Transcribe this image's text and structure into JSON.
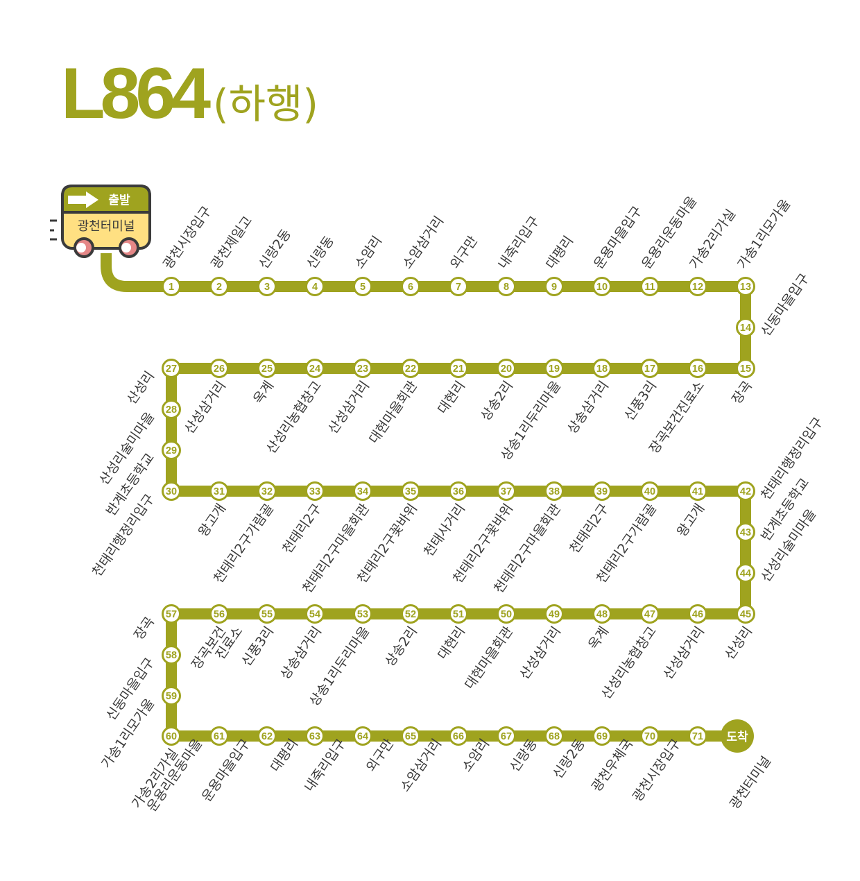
{
  "header": {
    "route_number": "L864",
    "direction": "(하행)"
  },
  "colors": {
    "line": "#9fa31f",
    "stop_fill": "#ffffff",
    "text": "#3b3b3b",
    "bus_body": "#ffe082",
    "bus_outline": "#3b3b3b",
    "bus_wheel": "#e58787",
    "end_fill": "#9fa31f"
  },
  "start_badge": {
    "label": "출발",
    "terminal": "광천터미널",
    "icon": "bus-icon"
  },
  "end_badge": {
    "label": "도착",
    "terminal": "광천터미널"
  },
  "stops": [
    {
      "num": "1",
      "name": "광천시장입구"
    },
    {
      "num": "2",
      "name": "광천제일고"
    },
    {
      "num": "3",
      "name": "신랑2동"
    },
    {
      "num": "4",
      "name": "신랑동"
    },
    {
      "num": "5",
      "name": "소암리"
    },
    {
      "num": "6",
      "name": "소암삼거리"
    },
    {
      "num": "7",
      "name": "외구만"
    },
    {
      "num": "8",
      "name": "내죽리입구"
    },
    {
      "num": "9",
      "name": "대평리"
    },
    {
      "num": "10",
      "name": "운용마을입구"
    },
    {
      "num": "11",
      "name": "운용리운동마을"
    },
    {
      "num": "12",
      "name": "가송2리가실"
    },
    {
      "num": "13",
      "name": "가송1리모가울"
    },
    {
      "num": "14",
      "name": "신동마을입구"
    },
    {
      "num": "15",
      "name": "장곡"
    },
    {
      "num": "16",
      "name": "장곡보건진료소"
    },
    {
      "num": "17",
      "name": "신풍3리"
    },
    {
      "num": "18",
      "name": "상송삼거리"
    },
    {
      "num": "19",
      "name": "상송1리두리마을"
    },
    {
      "num": "20",
      "name": "상송2리"
    },
    {
      "num": "21",
      "name": "대현리"
    },
    {
      "num": "22",
      "name": "대현마을회관"
    },
    {
      "num": "23",
      "name": "산성삼거리"
    },
    {
      "num": "24",
      "name": "산성리농협창고"
    },
    {
      "num": "25",
      "name": "옥계"
    },
    {
      "num": "26",
      "name": "산성삼거리"
    },
    {
      "num": "27",
      "name": "산성리"
    },
    {
      "num": "28",
      "name": "산성리술미마을"
    },
    {
      "num": "29",
      "name": "반계초등학교"
    },
    {
      "num": "30",
      "name": "천태리행정리입구"
    },
    {
      "num": "31",
      "name": "왕고개"
    },
    {
      "num": "32",
      "name": "천태리2구가람골"
    },
    {
      "num": "33",
      "name": "천태리2구"
    },
    {
      "num": "34",
      "name": "천태리2구마을회관"
    },
    {
      "num": "35",
      "name": "천태리2구꽃바위"
    },
    {
      "num": "36",
      "name": "천태사거리"
    },
    {
      "num": "37",
      "name": "천태리2구꽃바위"
    },
    {
      "num": "38",
      "name": "천태리2구마을회관"
    },
    {
      "num": "39",
      "name": "천태리2구"
    },
    {
      "num": "40",
      "name": "천태리2구가람골"
    },
    {
      "num": "41",
      "name": "왕고개"
    },
    {
      "num": "42",
      "name": "천태리행정리입구"
    },
    {
      "num": "43",
      "name": "반계초등학교"
    },
    {
      "num": "44",
      "name": "산성리술미마을"
    },
    {
      "num": "45",
      "name": "산성리"
    },
    {
      "num": "46",
      "name": "산성삼거리"
    },
    {
      "num": "47",
      "name": "산성리농협창고"
    },
    {
      "num": "48",
      "name": "옥계"
    },
    {
      "num": "49",
      "name": "산성삼거리"
    },
    {
      "num": "50",
      "name": "대현마을회관"
    },
    {
      "num": "51",
      "name": "대현리"
    },
    {
      "num": "52",
      "name": "상송2리"
    },
    {
      "num": "53",
      "name": "상송1리두리마을"
    },
    {
      "num": "54",
      "name": "상송삼거리"
    },
    {
      "num": "55",
      "name": "신풍3리"
    },
    {
      "num": "56",
      "name": "장곡보건\n진료소"
    },
    {
      "num": "57",
      "name": "장곡"
    },
    {
      "num": "58",
      "name": "신동마을입구"
    },
    {
      "num": "59",
      "name": "가송1리모가울"
    },
    {
      "num": "60",
      "name": "가송2리가실"
    },
    {
      "num": "61",
      "name": "운용리운동마을"
    },
    {
      "num": "62",
      "name": "운용마을입구"
    },
    {
      "num": "63",
      "name": "대평리"
    },
    {
      "num": "64",
      "name": "내죽리입구"
    },
    {
      "num": "65",
      "name": "외구만"
    },
    {
      "num": "66",
      "name": "소암삼거리"
    },
    {
      "num": "67",
      "name": "소암리"
    },
    {
      "num": "68",
      "name": "신랑동"
    },
    {
      "num": "69",
      "name": "신랑2동"
    },
    {
      "num": "70",
      "name": "광천우체국"
    },
    {
      "num": "71",
      "name": "광천시장입구"
    }
  ]
}
